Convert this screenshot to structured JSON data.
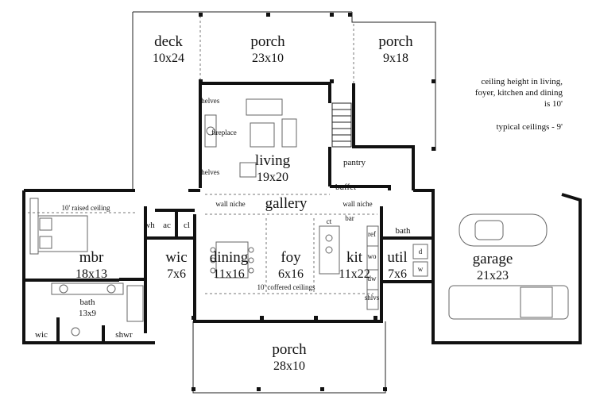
{
  "rooms": {
    "deck": {
      "name": "deck",
      "size": "10x24"
    },
    "porch_top": {
      "name": "porch",
      "size": "23x10"
    },
    "porch_right": {
      "name": "porch",
      "size": "9x18"
    },
    "living": {
      "name": "living",
      "size": "19x20"
    },
    "gallery": {
      "name": "gallery"
    },
    "mbr": {
      "name": "mbr",
      "size": "18x13"
    },
    "wic_mbr": {
      "name": "wic",
      "size": "7x6"
    },
    "dining": {
      "name": "dining",
      "size": "11x16"
    },
    "foy": {
      "name": "foy",
      "size": "6x16"
    },
    "kit": {
      "name": "kit",
      "size": "11x22"
    },
    "util": {
      "name": "util",
      "size": "7x6"
    },
    "garage": {
      "name": "garage",
      "size": "21x23"
    },
    "bath": {
      "name": "bath",
      "size": "13x9"
    },
    "porch_bottom": {
      "name": "porch",
      "size": "28x10"
    },
    "pantry": {
      "name": "pantry"
    },
    "buffet": {
      "name": "buffet"
    },
    "bath_small": {
      "name": "bath"
    },
    "wic_small": {
      "name": "wic"
    },
    "shwr": {
      "name": "shwr"
    },
    "wh": {
      "name": "wh"
    },
    "ac": {
      "name": "ac"
    },
    "cl": {
      "name": "cl"
    }
  },
  "fixtures": {
    "ref": "ref",
    "ct": "ct",
    "bar": "bar",
    "wo": "wo",
    "dw": "dw",
    "sh": "shlvs",
    "w": "w",
    "d": "d",
    "shelves_top": "shelves",
    "shelves_bot": "shelves",
    "fireplace": "fireplace"
  },
  "notes": {
    "raised_ceiling": "10' raised ceiling",
    "wall_niche_left": "wall niche",
    "wall_niche_right": "wall niche",
    "coffered": "10' coffered ceilings",
    "ceiling_line1": "ceiling height in living,",
    "ceiling_line2": "foyer, kitchen and dining",
    "ceiling_line3": "is 10'",
    "typical": "typical ceilings - 9'"
  }
}
